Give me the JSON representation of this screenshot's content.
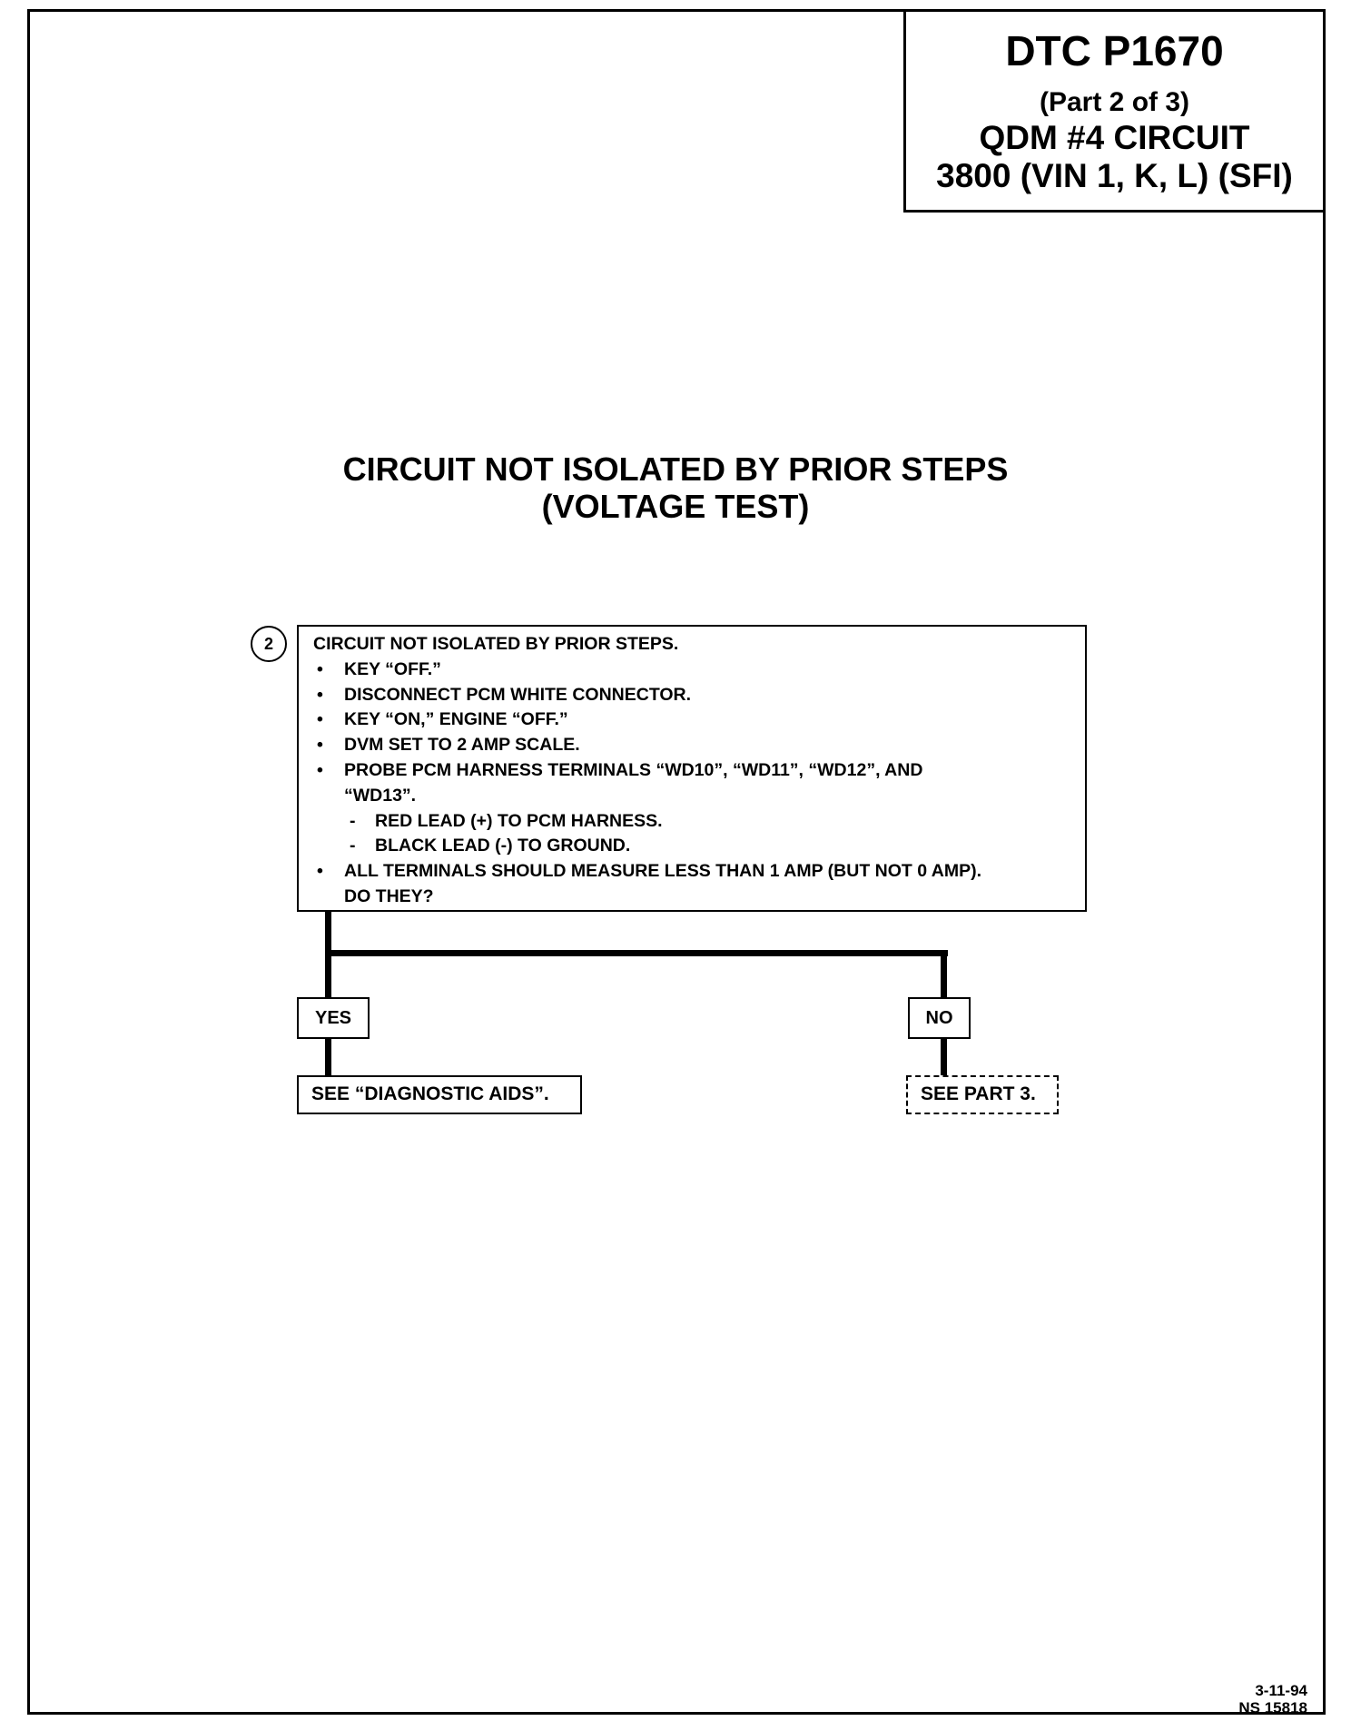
{
  "title_block": {
    "code": "DTC P1670",
    "part": "(Part  2 of 3)",
    "circuit": "QDM #4 CIRCUIT",
    "engine": "3800  (VIN 1, K, L)  (SFI)"
  },
  "heading": {
    "line1": "CIRCUIT NOT ISOLATED BY PRIOR STEPS",
    "line2": "(VOLTAGE TEST)"
  },
  "step": {
    "number": "2",
    "intro": "CIRCUIT NOT ISOLATED BY PRIOR STEPS.",
    "bullet_glyph": "•",
    "dash_glyph": "-",
    "bullets": [
      "KEY “OFF.”",
      "DISCONNECT PCM WHITE CONNECTOR.",
      "KEY “ON,” ENGINE “OFF.”",
      "DVM SET TO 2 AMP SCALE.",
      "PROBE PCM HARNESS TERMINALS “WD10”, “WD11”, “WD12”, AND"
    ],
    "bullet5_cont": "“WD13”.",
    "sub_items": [
      "RED LEAD (+) TO PCM HARNESS.",
      "BLACK LEAD (-) TO GROUND."
    ],
    "final_bullet": "ALL TERMINALS SHOULD MEASURE LESS THAN 1 AMP (BUT NOT 0 AMP).",
    "question": "DO THEY?"
  },
  "answers": {
    "yes": "YES",
    "no": "NO"
  },
  "results": {
    "yes": "SEE “DIAGNOSTIC AIDS”.",
    "no": "SEE PART 3."
  },
  "footer": {
    "date": "3-11-94",
    "ref": "NS 15818"
  }
}
